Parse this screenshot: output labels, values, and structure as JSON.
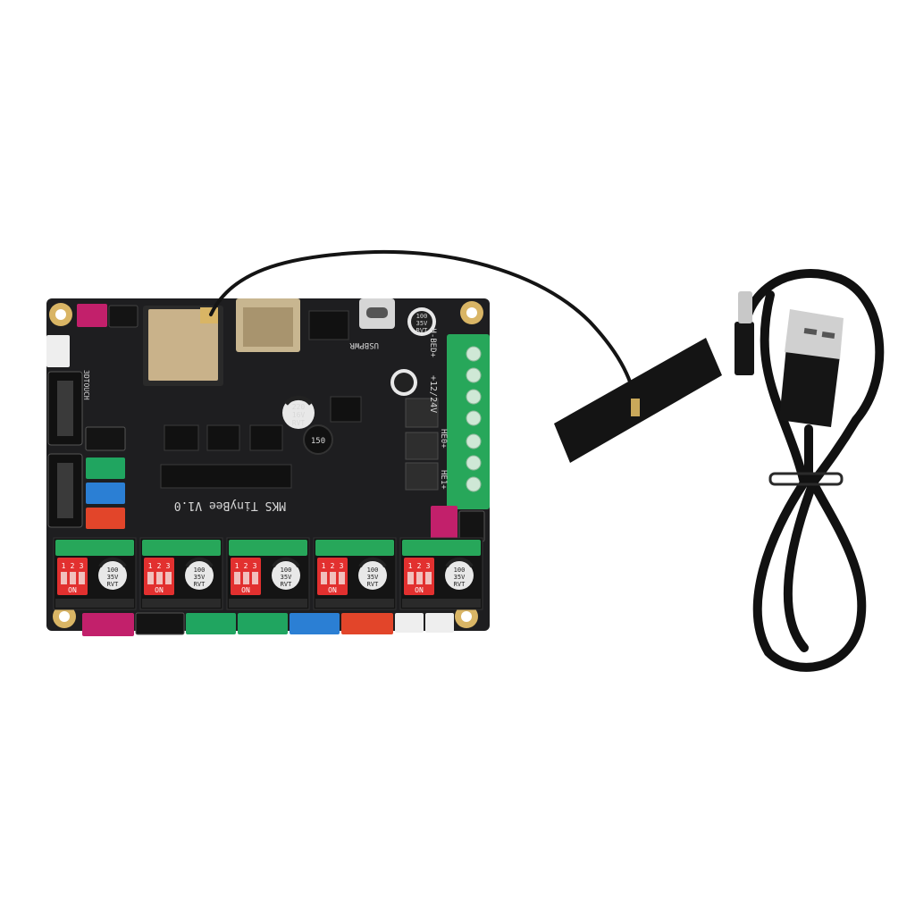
{
  "photo": {
    "background_color": "#ffffff",
    "board_color": "#1e1e20",
    "antenna_color": "#141414",
    "cable_color": "#111111"
  },
  "board": {
    "name_label": "MKS TinyBee V1.0",
    "power_label": "+12/24V",
    "bed_label": "-H-BED+",
    "he0_label": "HE0+",
    "he1_label": "HE1+",
    "usbpwr_label": "USBPWR",
    "touch_label": "3DTOUCH",
    "cap_main": [
      "220",
      "16V",
      "RVT"
    ],
    "cap_power": [
      "100",
      "35V",
      "RVT"
    ],
    "cap_driver": [
      "100",
      "35V",
      "RVT"
    ],
    "inductor_label": "150",
    "dip_numbers": [
      "1",
      "2",
      "3"
    ],
    "dip_on_label": "ON",
    "driver_count": 5,
    "colors": {
      "terminal_green": "#27a75a",
      "dip_red": "#e2302f",
      "connector_magenta": "#c2206b",
      "connector_green": "#20a560",
      "connector_blue": "#2b7fd4",
      "connector_red": "#e2452a",
      "connector_white": "#eeeeee",
      "gold": "#d9b565"
    }
  },
  "cable": {
    "plug_a": "usb-a",
    "plug_b": "usb-c"
  }
}
